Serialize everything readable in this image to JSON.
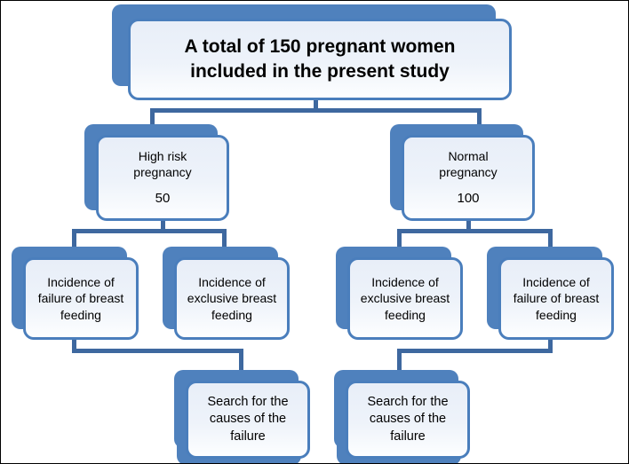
{
  "nodes": {
    "root": "A total of 150 pregnant women included in the present study",
    "l2": [
      {
        "title": "High risk pregnancy",
        "count": "50"
      },
      {
        "title": "Normal pregnancy",
        "count": "100"
      }
    ],
    "l3": [
      "Incidence of failure of breast feeding",
      "Incidence of exclusive breast feeding",
      "Incidence of exclusive breast feeding",
      "Incidence of failure of breast feeding"
    ],
    "l4": [
      "Search for the causes of the failure",
      "Search for the causes of the failure"
    ]
  },
  "colors": {
    "shape_fill": "#4f81bd",
    "shape_border": "#4a7ebc",
    "connector": "#3e689f",
    "node_fill_top": "#e8eef8",
    "node_fill_bottom": "#fdfeff",
    "text": "#000000"
  }
}
